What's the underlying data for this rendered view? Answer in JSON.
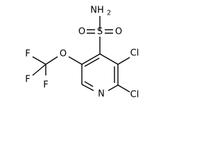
{
  "molecule": {
    "atoms": {
      "nh2_N": "NH",
      "nh2_sub": "2",
      "sulfur": "S",
      "o_left": "O",
      "o_right": "O",
      "cl_upper": "Cl",
      "cl_lower": "Cl",
      "ring_N": "N",
      "ether_O": "O",
      "f_top": "F",
      "f_mid": "F",
      "f_bot": "F"
    }
  }
}
